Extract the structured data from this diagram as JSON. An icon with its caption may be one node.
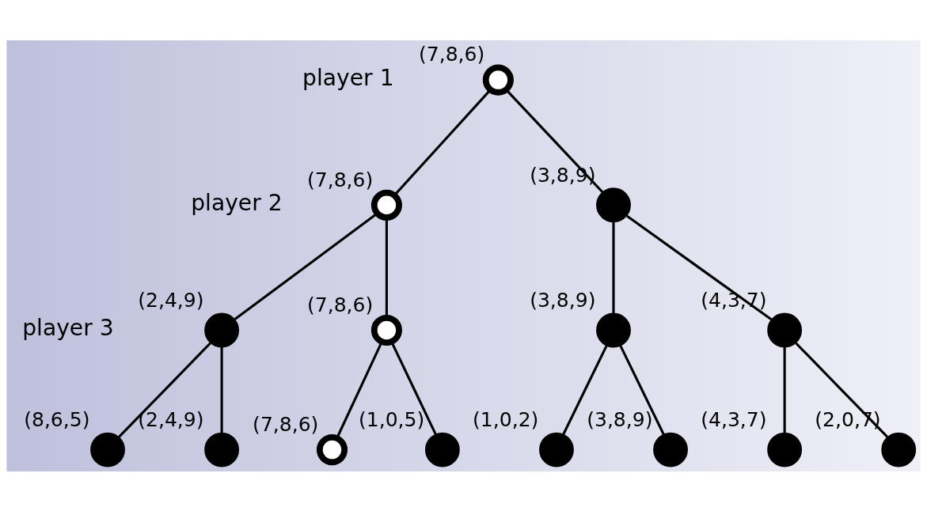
{
  "diagram": {
    "nodes": [
      {
        "text": [],
        "shape": "ring",
        "beside": [
          "player 1",
          "(7,8,6)"
        ]
      },
      {
        "text": [],
        "shape": "ring",
        "beside": [
          "player 2",
          "(7,8,6)"
        ]
      },
      {
        "text": [],
        "shape": "dot",
        "beside": [
          "(3,8,9)"
        ]
      },
      {
        "text": [],
        "shape": "dot",
        "beside": [
          "player 3",
          "(2,4,9)"
        ]
      },
      {
        "text": [],
        "shape": "ring",
        "beside": [
          "(7,8,6)"
        ]
      },
      {
        "text": [],
        "shape": "dot",
        "beside": [
          "(3,8,9)"
        ]
      },
      {
        "text": [],
        "shape": "dot",
        "beside": [
          "(4,3,7)"
        ]
      },
      {
        "text": [],
        "shape": "dot",
        "beside": [
          "(8,6,5)"
        ]
      },
      {
        "text": [],
        "shape": "dot",
        "beside": [
          "(2,4,9)"
        ]
      },
      {
        "text": [],
        "shape": "ring",
        "beside": [
          "(7,8,6)"
        ]
      },
      {
        "text": [],
        "shape": "dot",
        "beside": [
          "(1,0,5)"
        ]
      },
      {
        "text": [],
        "shape": "dot",
        "beside": [
          "(1,0,2)"
        ]
      },
      {
        "text": [],
        "shape": "dot",
        "beside": [
          "(3,8,9)"
        ]
      },
      {
        "text": [],
        "shape": "dot",
        "beside": [
          "(4,3,7)"
        ]
      },
      {
        "text": [],
        "shape": "dot",
        "beside": [
          "(2,0,7)"
        ]
      }
    ],
    "edges": [
      {
        "from": 0,
        "to": 1,
        "arrow": "none"
      },
      {
        "from": 0,
        "to": 2,
        "arrow": "none"
      },
      {
        "from": 1,
        "to": 3,
        "arrow": "none"
      },
      {
        "from": 1,
        "to": 4,
        "arrow": "none"
      },
      {
        "from": 2,
        "to": 5,
        "arrow": "none"
      },
      {
        "from": 2,
        "to": 6,
        "arrow": "none"
      },
      {
        "from": 3,
        "to": 7,
        "arrow": "none"
      },
      {
        "from": 3,
        "to": 8,
        "arrow": "none"
      },
      {
        "from": 4,
        "to": 9,
        "arrow": "none"
      },
      {
        "from": 4,
        "to": 10,
        "arrow": "none"
      },
      {
        "from": 5,
        "to": 11,
        "arrow": "none"
      },
      {
        "from": 5,
        "to": 12,
        "arrow": "none"
      },
      {
        "from": 6,
        "to": 13,
        "arrow": "none"
      },
      {
        "from": 6,
        "to": 14,
        "arrow": "none"
      }
    ]
  }
}
